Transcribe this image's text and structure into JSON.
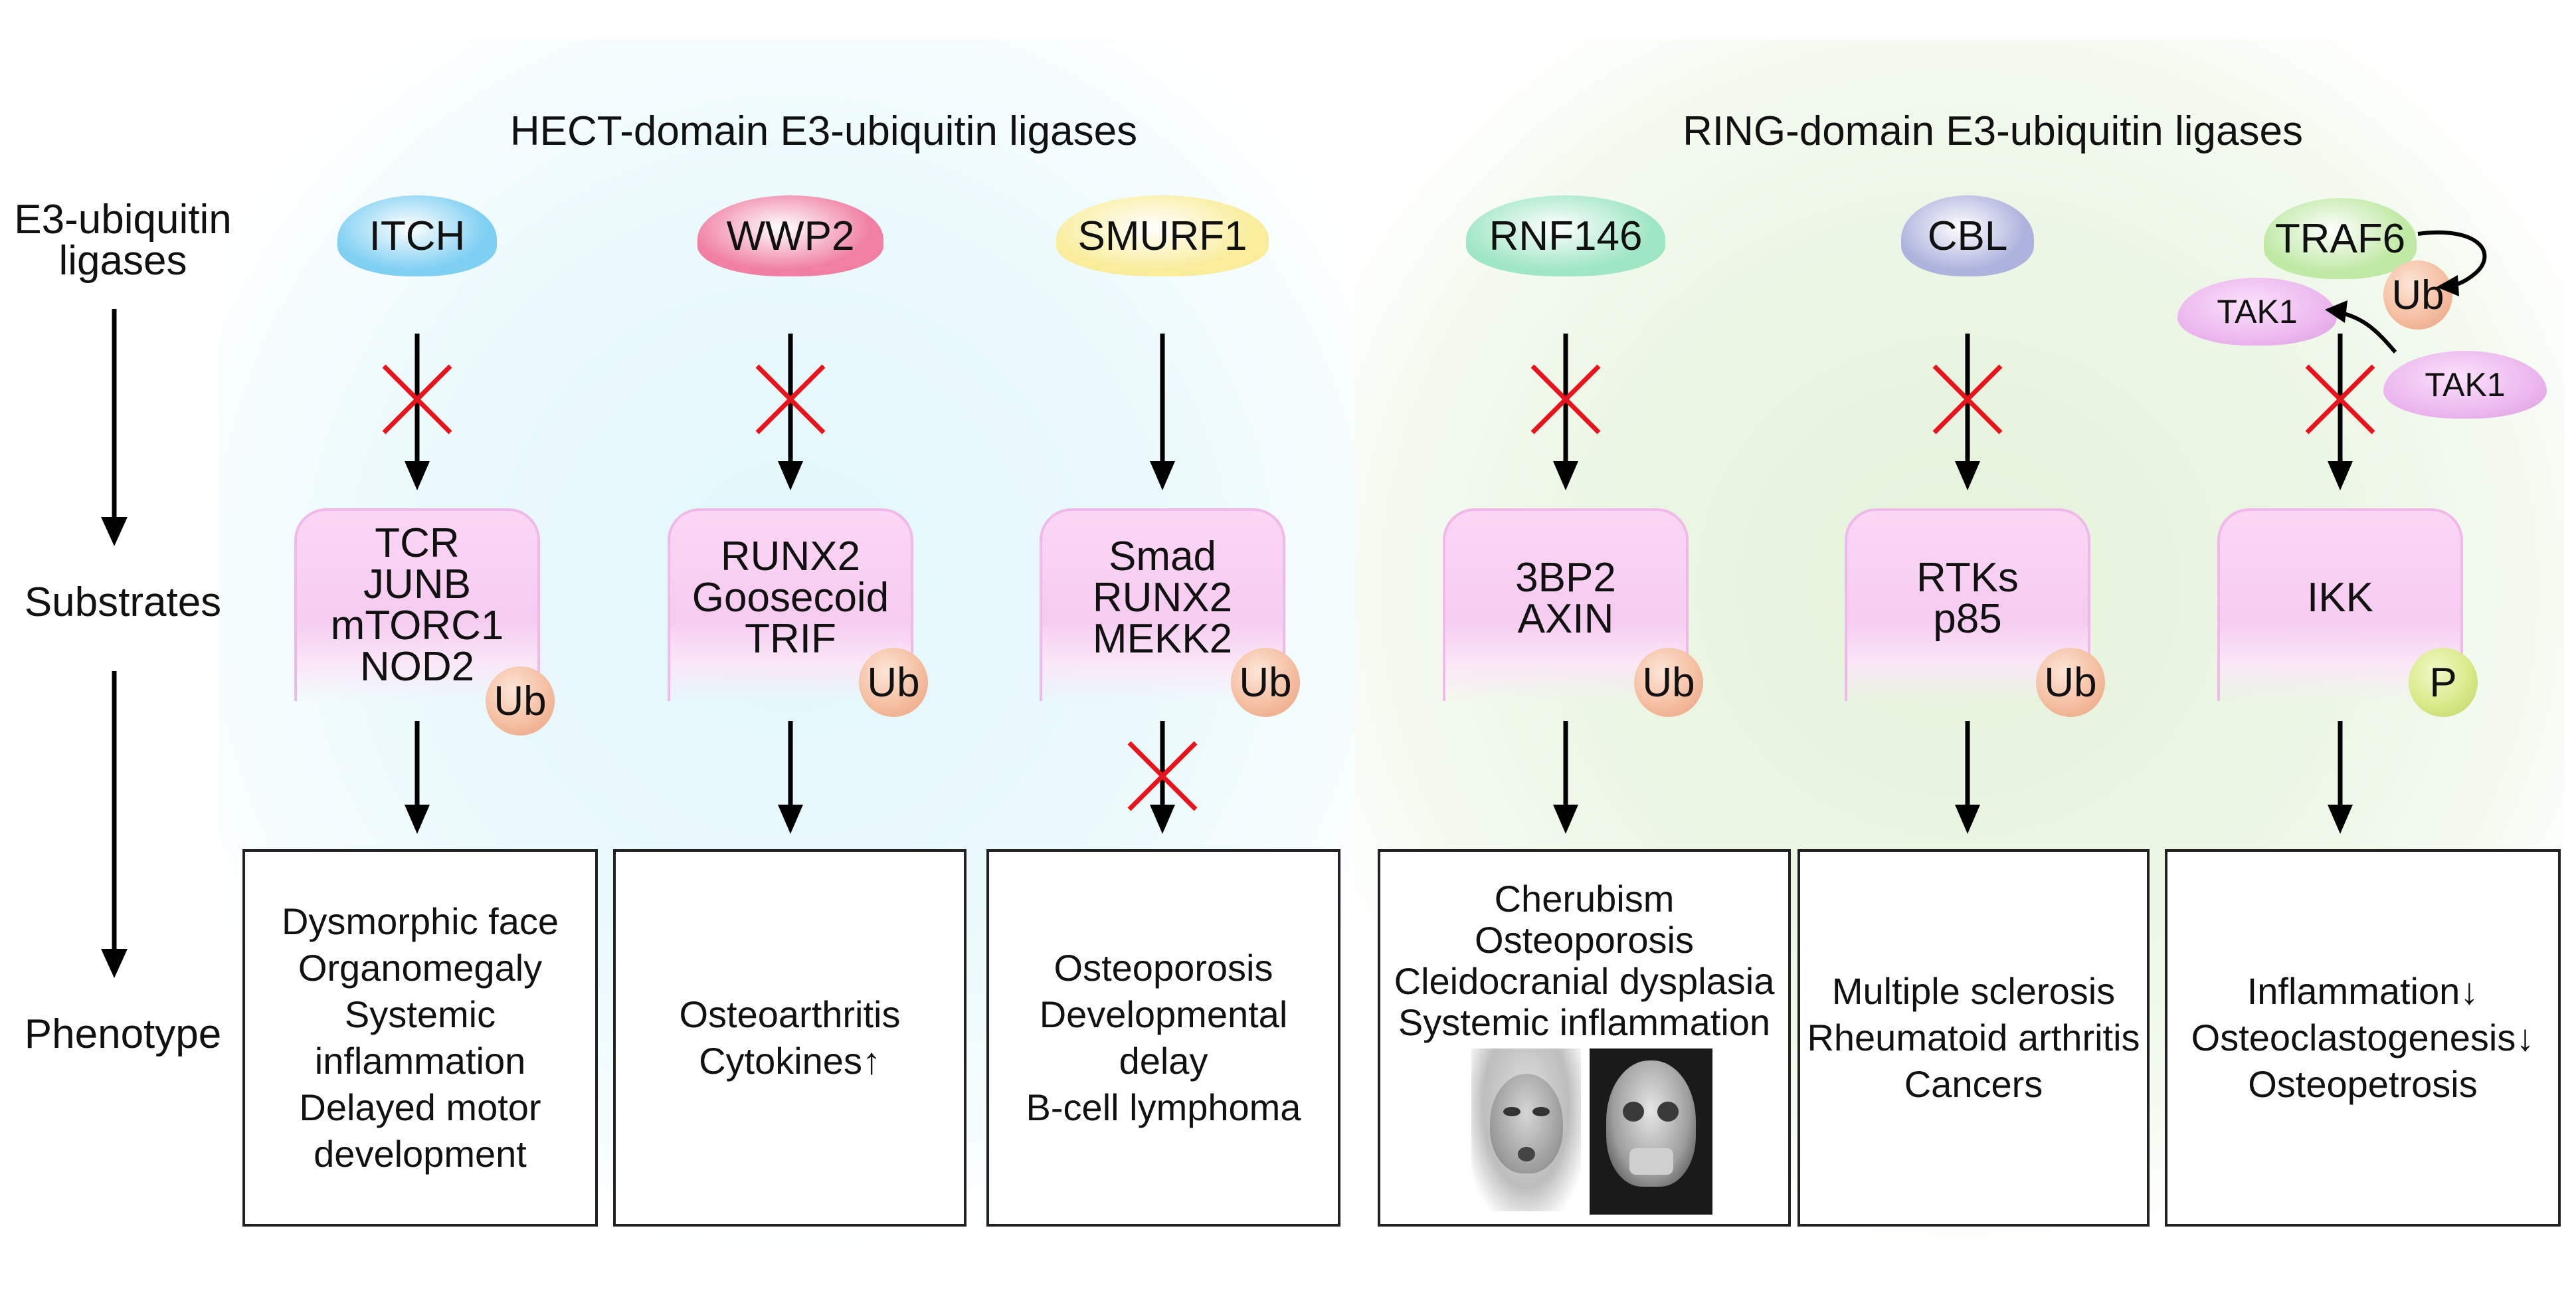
{
  "panels": {
    "hect_title": "HECT-domain E3-ubiquitin ligases",
    "ring_title": "RING-domain E3-ubiquitin ligases"
  },
  "row_labels": {
    "e3_line1": "E3-ubiquitin",
    "e3_line2": "ligases",
    "substrates": "Substrates",
    "phenotype": "Phenotype"
  },
  "ligases": [
    {
      "name": "ITCH",
      "color": "#7fcff3",
      "blocked": true,
      "badge": "Ub",
      "substrates": [
        "TCR",
        "JUNB",
        "mTORC1",
        "NOD2"
      ],
      "phenotype": [
        "Dysmorphic face",
        "Organomegaly",
        "Systemic",
        "inflammation",
        "Delayed motor",
        "development"
      ]
    },
    {
      "name": "WWP2",
      "color": "#f07fa3",
      "blocked": true,
      "badge": "Ub",
      "substrates": [
        "RUNX2",
        "Goosecoid",
        "TRIF"
      ],
      "phenotype": [
        "Osteoarthritis",
        "Cytokines↑"
      ]
    },
    {
      "name": "SMURF1",
      "color": "#f9ed9c",
      "blocked": false,
      "blocked_after": true,
      "badge": "Ub",
      "substrates": [
        "Smad",
        "RUNX2",
        "MEKK2"
      ],
      "phenotype": [
        "Osteoporosis",
        "Developmental",
        "delay",
        "B-cell lymphoma"
      ]
    },
    {
      "name": "RNF146",
      "color": "#9fe6c4",
      "blocked": true,
      "badge": "Ub",
      "substrates": [
        "3BP2",
        "AXIN"
      ],
      "phenotype": [
        "Cherubism",
        "Osteoporosis",
        "Cleidocranial dysplasia",
        "Systemic inflammation"
      ]
    },
    {
      "name": "CBL",
      "color": "#aeb3de",
      "blocked": true,
      "badge": "Ub",
      "substrates": [
        "RTKs",
        "p85"
      ],
      "phenotype": [
        "Multiple sclerosis",
        "Rheumatoid arthritis",
        "Cancers"
      ]
    },
    {
      "name": "TRAF6",
      "color": "#bfe9a4",
      "blocked": true,
      "badge": "P",
      "substrates": [
        "IKK"
      ],
      "phenotype": [
        "Inflammation↓",
        "Osteoclastogenesis↓",
        "Osteopetrosis"
      ]
    }
  ],
  "traf6_extras": {
    "ub": "Ub",
    "tak1_left": "TAK1",
    "tak1_right": "TAK1"
  },
  "colors": {
    "block_cross": "#e8141c",
    "arrow": "#000000"
  }
}
